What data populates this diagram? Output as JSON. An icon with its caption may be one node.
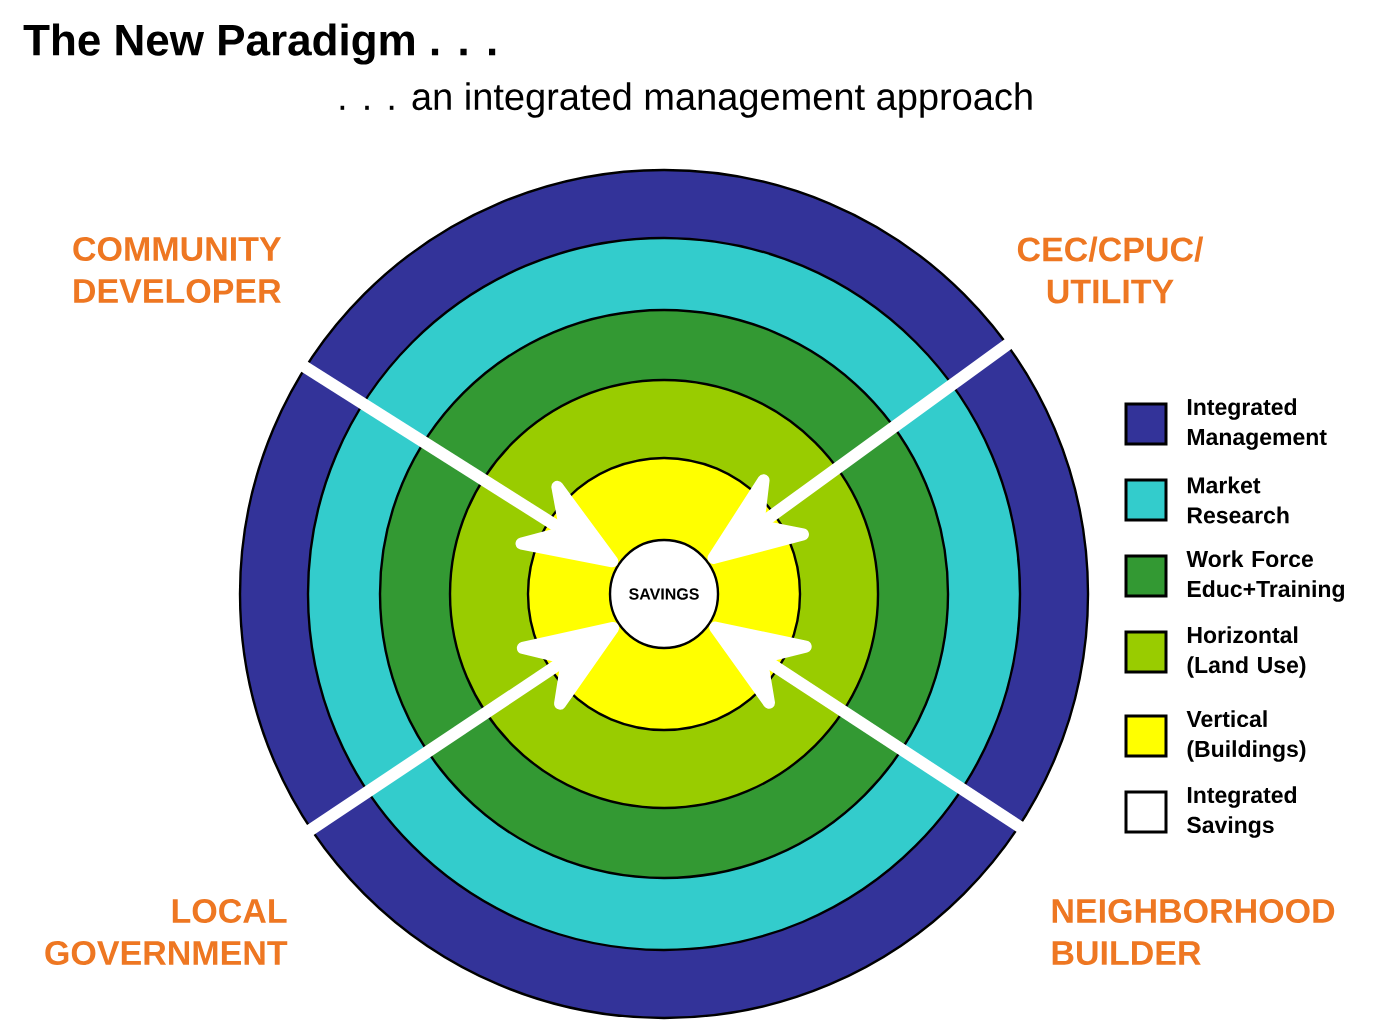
{
  "diagram": {
    "title": "The New Paradigm . . .",
    "nodes": [
      {
        "text": [
          "COMMUNITY DEVELOPER"
        ]
      },
      {
        "text": [
          "CEC/CPUC/ UTILITY"
        ]
      },
      {
        "text": [
          "LOCAL GOVERNMENT"
        ]
      },
      {
        "text": [
          "NEIGHBORHOOD BUILDER"
        ]
      },
      {
        "text": [
          "SAVINGS"
        ]
      }
    ],
    "edges": [
      {
        "from": 0,
        "to": 4,
        "arrow": "to"
      },
      {
        "from": 1,
        "to": 4,
        "arrow": "to"
      },
      {
        "from": 2,
        "to": 4,
        "arrow": "to"
      },
      {
        "from": 3,
        "to": 4,
        "arrow": "to"
      }
    ],
    "labels": [
      ". . . an integrated management approach"
    ],
    "legend": [
      {
        "text": "Integrated Management",
        "color": "#333399"
      },
      {
        "text": "Market Research",
        "color": "#33cccc"
      },
      {
        "text": "Work Force Educ+Training",
        "color": "#339933"
      },
      {
        "text": "Horizontal (Land Use)",
        "color": "#99cc00"
      },
      {
        "text": "Vertical (Buildings)",
        "color": "#ffff00"
      },
      {
        "text": "Integrated Savings"
      }
    ]
  }
}
